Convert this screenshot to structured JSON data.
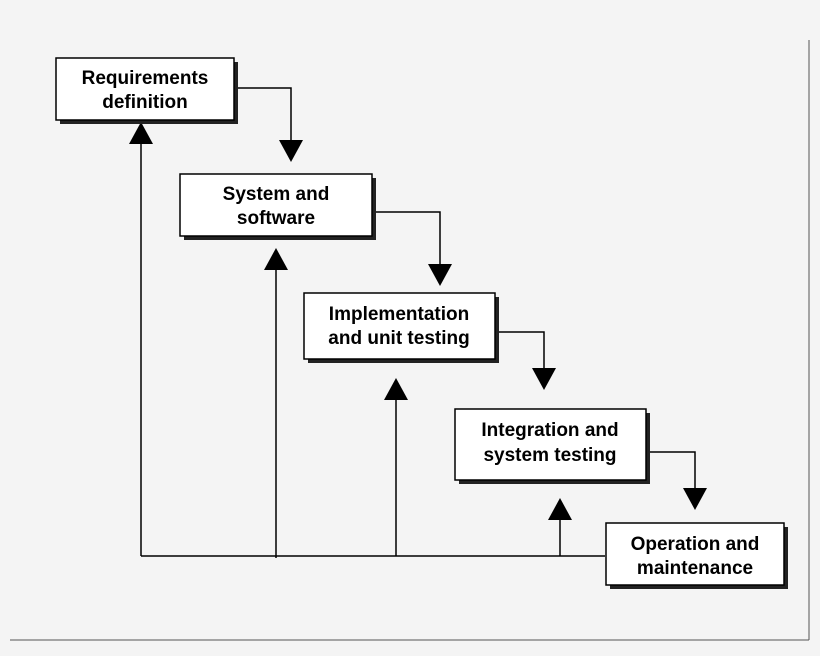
{
  "diagram": {
    "stages": [
      {
        "id": "requirements",
        "lines": [
          "Requirements",
          "definition"
        ]
      },
      {
        "id": "design",
        "lines": [
          "System and",
          "software"
        ]
      },
      {
        "id": "implementation",
        "lines": [
          "Implementation",
          "and unit testing"
        ]
      },
      {
        "id": "integration",
        "lines": [
          "Integration and",
          "system testing"
        ]
      },
      {
        "id": "operation",
        "lines": [
          "Operation and",
          "maintenance"
        ]
      }
    ]
  }
}
